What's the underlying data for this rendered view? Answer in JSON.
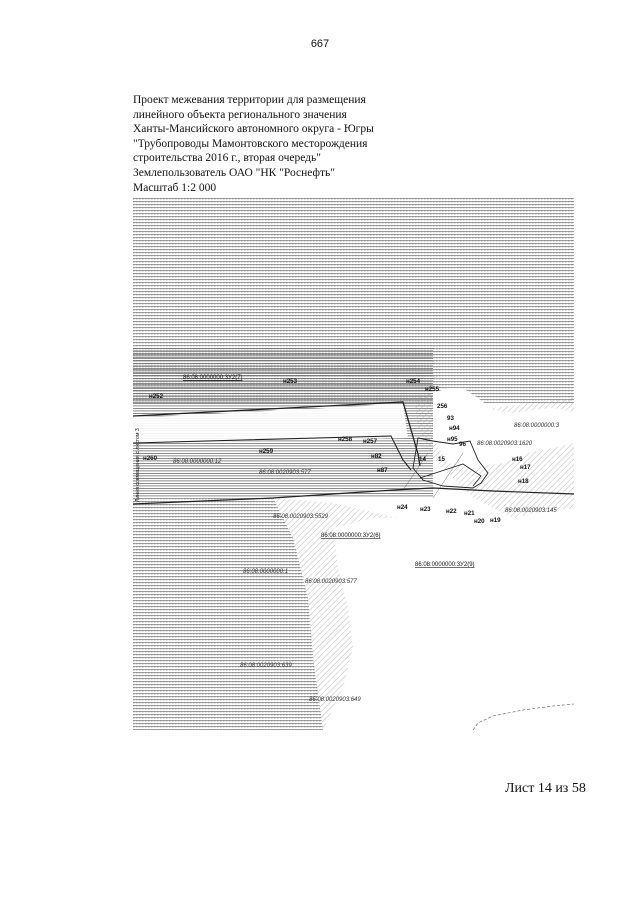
{
  "page_number": "667",
  "header_lines": [
    "Проект межевания территории для размещения",
    "линейного объекта регионального значения",
    "Ханты-Мансийского автономного округа - Югры",
    "\"Трубопроводы Мамонтовского месторождения",
    "строительства 2016 г., вторая очередь\"",
    "Землепользователь ОАО \"НК \"Роснефть\"",
    "Масштаб 1:2 000"
  ],
  "map": {
    "vertical_label": "Линия совмещения с листом 3",
    "point_labels": [
      "н252",
      "н253",
      "н254",
      "н255",
      "256",
      "93",
      "н94",
      "н95",
      "96",
      "н16",
      "н17",
      "н18",
      "14",
      "15",
      "н258",
      "н257",
      "н259",
      "н260",
      "н82",
      "н87",
      "н24",
      "н23",
      "н22",
      "н21",
      "н20",
      "н19"
    ],
    "cadastral_labels": [
      "86:08:0000000:3У2(7)",
      "86:08:0000000:3У2(6)",
      "86:08:0000000:3У2(9)",
      "86:08:0000000:12",
      "86:08:0020903:577",
      "86:08:0020903:5529",
      "86:08:0020903:1620",
      "86:08:0000000:3",
      "86:08:0020903:145",
      "86:08:0000000:1",
      "86:08:0020903:577",
      "86:08:0020903:639",
      "86:08:0020903:649"
    ],
    "colors": {
      "forest_hatch": "#9a9a9a",
      "dense_hatch": "#6f6f6f",
      "outline": "#222222"
    }
  },
  "footer": {
    "sheet": "Лист 14 из 58"
  }
}
